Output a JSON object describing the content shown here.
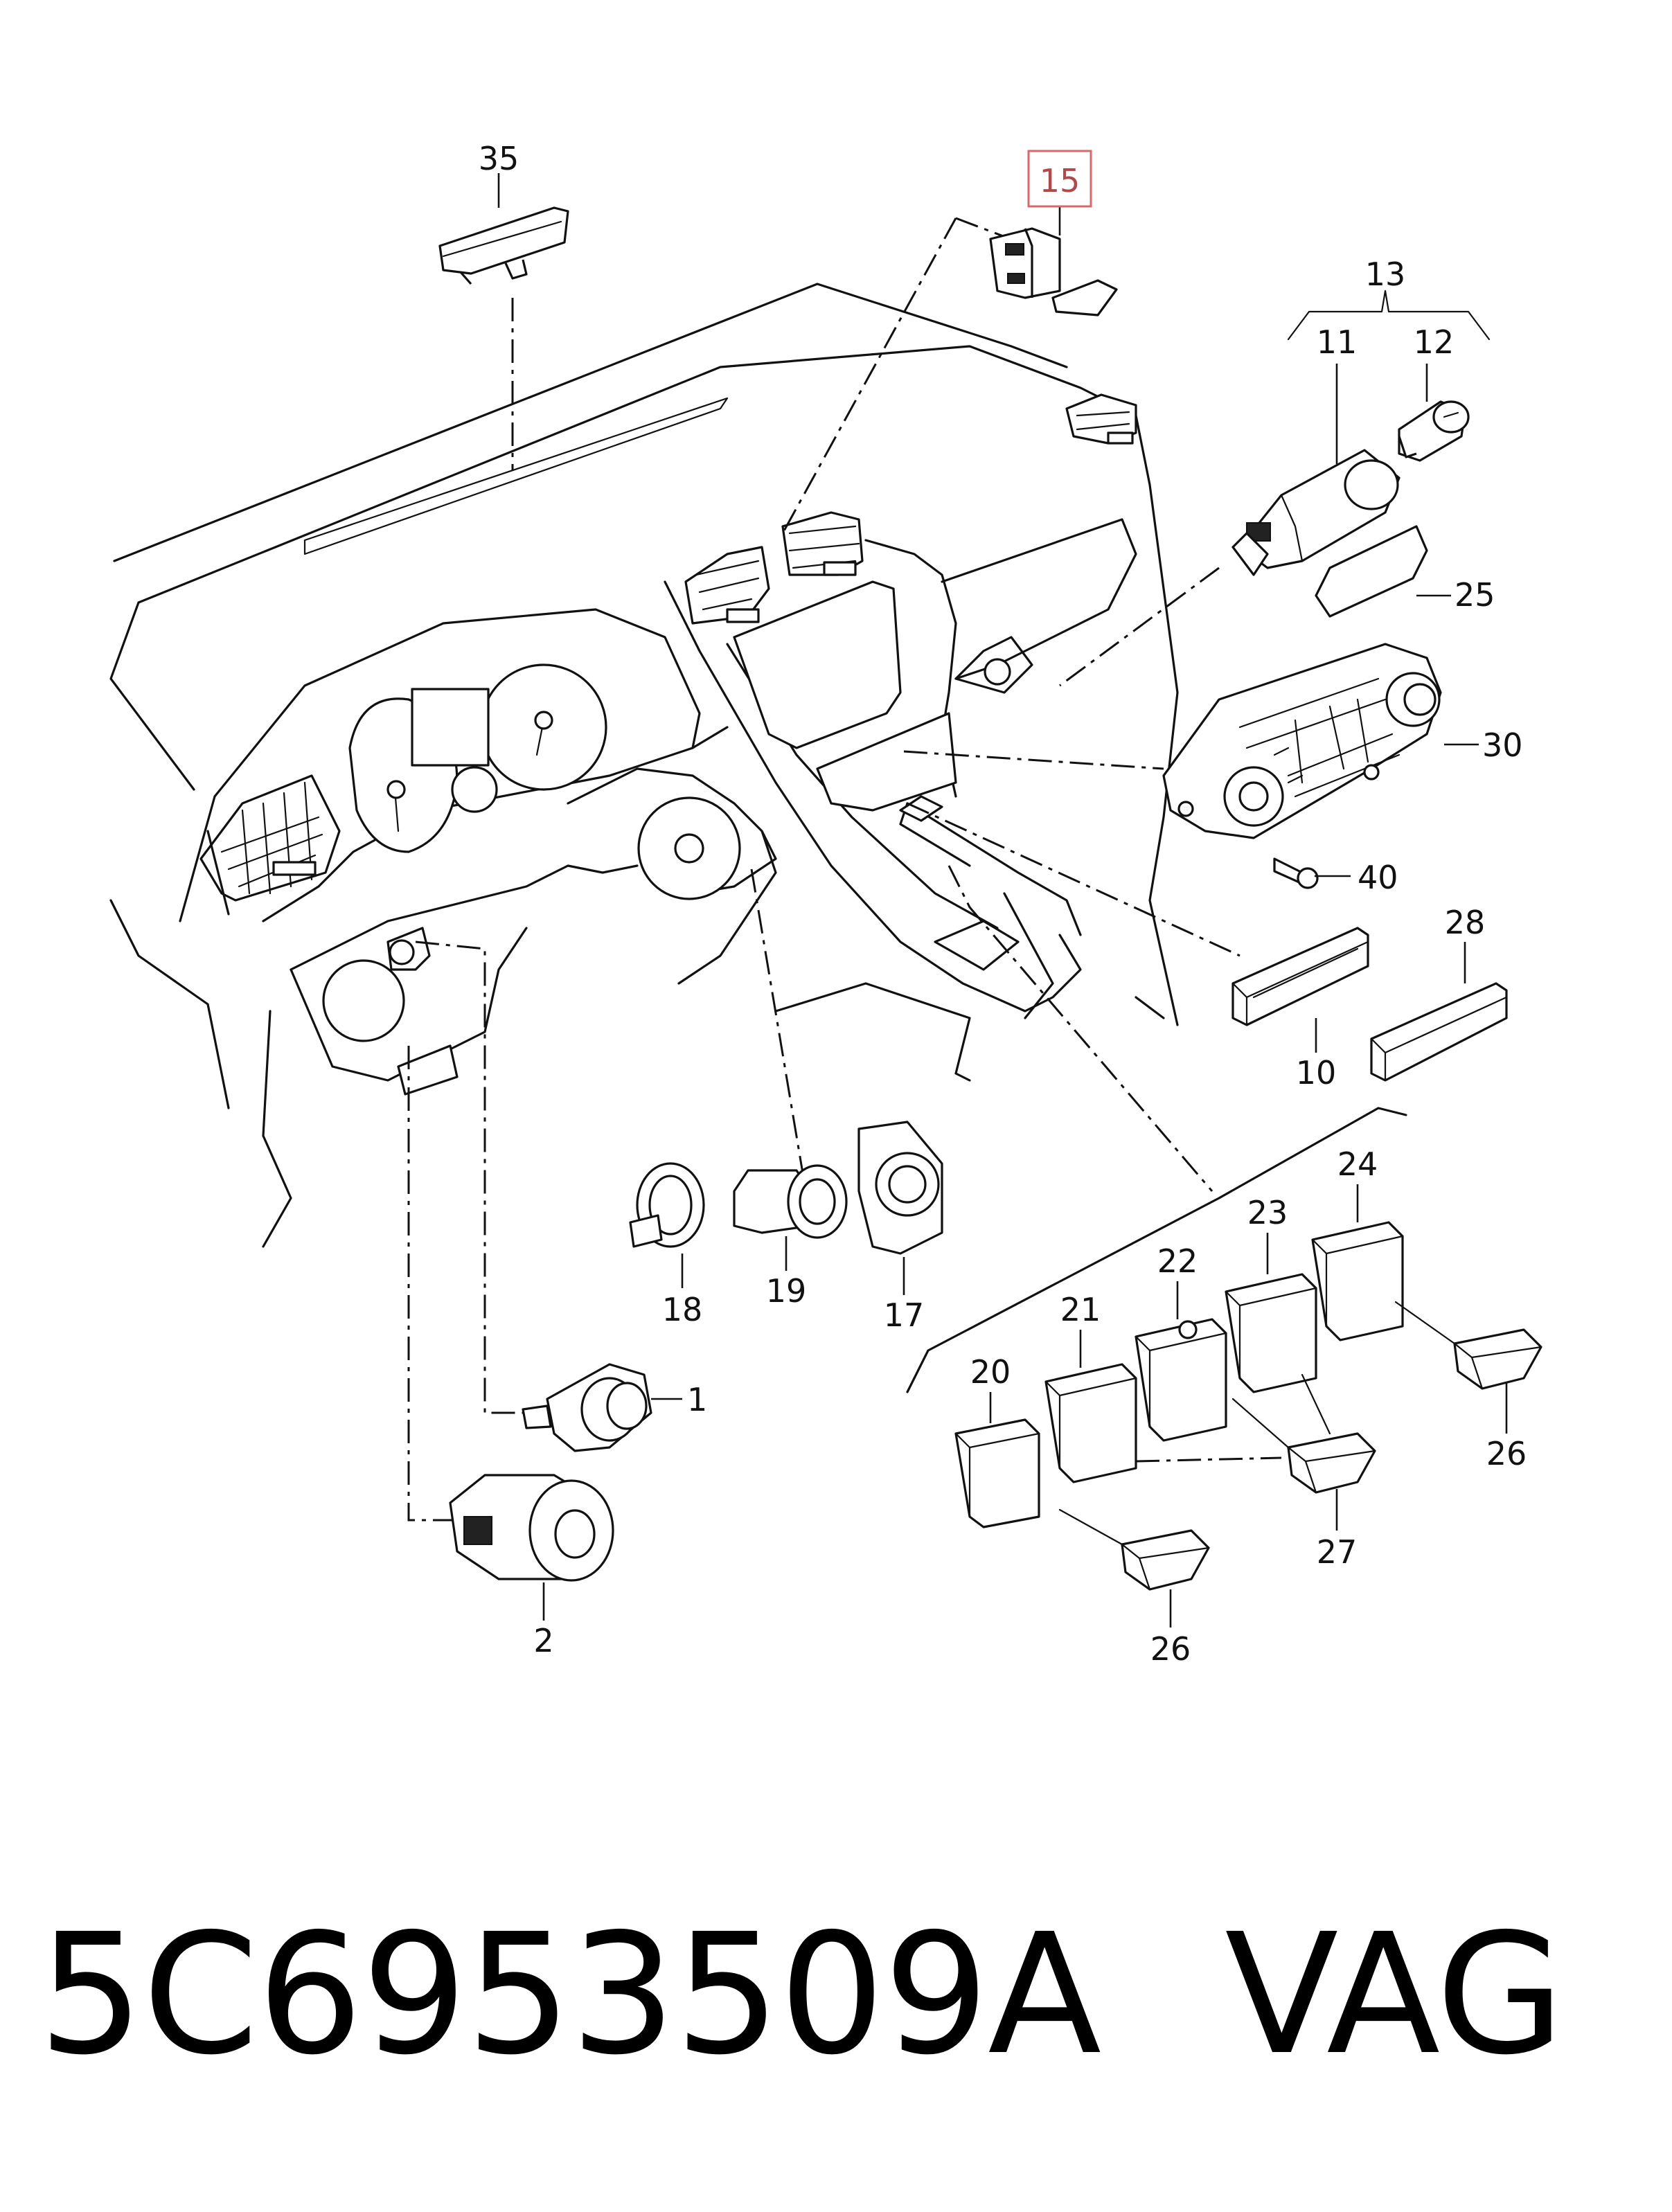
{
  "diagram": {
    "callouts": [
      {
        "id": "c35",
        "text": "35"
      },
      {
        "id": "c15",
        "text": "15",
        "highlighted": true
      },
      {
        "id": "c13",
        "text": "13"
      },
      {
        "id": "c11",
        "text": "11"
      },
      {
        "id": "c12",
        "text": "12"
      },
      {
        "id": "c25",
        "text": "25"
      },
      {
        "id": "c30",
        "text": "30"
      },
      {
        "id": "c40",
        "text": "40"
      },
      {
        "id": "c28",
        "text": "28"
      },
      {
        "id": "c10",
        "text": "10"
      },
      {
        "id": "c24",
        "text": "24"
      },
      {
        "id": "c23",
        "text": "23"
      },
      {
        "id": "c22",
        "text": "22"
      },
      {
        "id": "c21",
        "text": "21"
      },
      {
        "id": "c20",
        "text": "20"
      },
      {
        "id": "c26a",
        "text": "26"
      },
      {
        "id": "c27",
        "text": "27"
      },
      {
        "id": "c26b",
        "text": "26"
      },
      {
        "id": "c18",
        "text": "18"
      },
      {
        "id": "c19",
        "text": "19"
      },
      {
        "id": "c17",
        "text": "17"
      },
      {
        "id": "c1",
        "text": "1"
      },
      {
        "id": "c2",
        "text": "2"
      }
    ],
    "highlight_color": "#d66a6a"
  },
  "caption": {
    "part_number": "5C6953509A",
    "brand": "VAG"
  }
}
